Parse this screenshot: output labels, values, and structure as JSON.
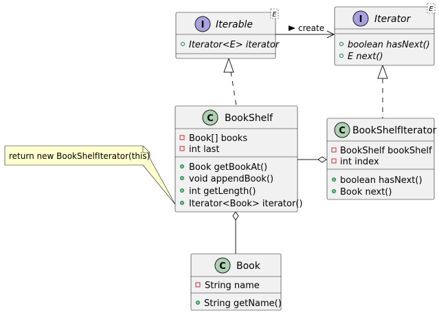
{
  "classes": {
    "iterable": {
      "stereotype_letter": "I",
      "name": "Iterable",
      "type_param": "E",
      "fields": [],
      "methods": [
        "Iterator<E> iterator"
      ]
    },
    "iterator": {
      "stereotype_letter": "I",
      "name": "Iterator",
      "type_param": "E",
      "fields": [],
      "methods": [
        "boolean hasNext()",
        "E next()"
      ]
    },
    "bookshelf": {
      "stereotype_letter": "C",
      "name": "BookShelf",
      "fields": [
        "Book[] books",
        "int last"
      ],
      "methods": [
        "Book getBookAt()",
        "void appendBook()",
        "int getLength()",
        "Iterator<Book> iterator()"
      ]
    },
    "bookshelfiterator": {
      "stereotype_letter": "C",
      "name": "BookShelfIterator",
      "fields": [
        "BookShelf bookShelf",
        "int index"
      ],
      "methods": [
        "boolean hasNext()",
        "Book next()"
      ]
    },
    "book": {
      "stereotype_letter": "C",
      "name": "Book",
      "fields": [
        "String name"
      ],
      "methods": [
        "String getName()"
      ]
    }
  },
  "relations": {
    "create_label": "create"
  },
  "note": {
    "text": "return new BookShelfIterator(this)"
  },
  "colors": {
    "box_fill": "#f1f1f1",
    "box_stroke": "#181818",
    "interface_circle": "#a9a1e0",
    "class_circle": "#add1b2",
    "note_fill": "#fefece",
    "private_marker": "#c82930",
    "public_marker": "#038048"
  }
}
